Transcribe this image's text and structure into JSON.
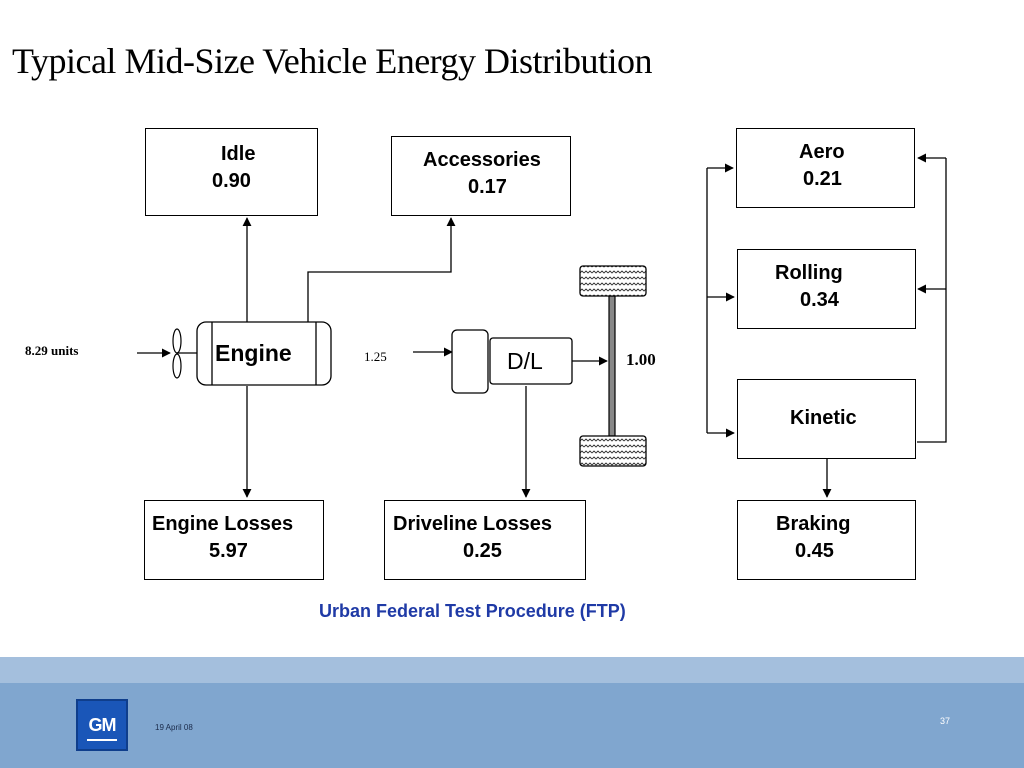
{
  "title": "Typical Mid-Size Vehicle Energy Distribution",
  "input_label": "8.29 units",
  "engine_label": "Engine",
  "driveline_input_label": "1.25",
  "dl_label": "D/L",
  "wheel_output_label": "1.00",
  "boxes": {
    "idle": {
      "name": "Idle",
      "value": "0.90"
    },
    "accessories": {
      "name": "Accessories",
      "value": "0.17"
    },
    "aero": {
      "name": "Aero",
      "value": "0.21"
    },
    "rolling": {
      "name": "Rolling",
      "value": "0.34"
    },
    "kinetic": {
      "name": "Kinetic"
    },
    "engine_losses": {
      "name": "Engine Losses",
      "value": "5.97"
    },
    "driveline_losses": {
      "name": "Driveline Losses",
      "value": "0.25"
    },
    "braking": {
      "name": "Braking",
      "value": "0.45"
    }
  },
  "caption": "Urban Federal Test Procedure (FTP)",
  "footer": {
    "logo_text": "GM",
    "date": "19 April 08",
    "page_number": "37"
  },
  "colors": {
    "caption": "#1f3aa6",
    "footer_band_light": "#a4bfdd",
    "footer_band": "#80a6cf",
    "logo_bg": "#1a56b8"
  }
}
